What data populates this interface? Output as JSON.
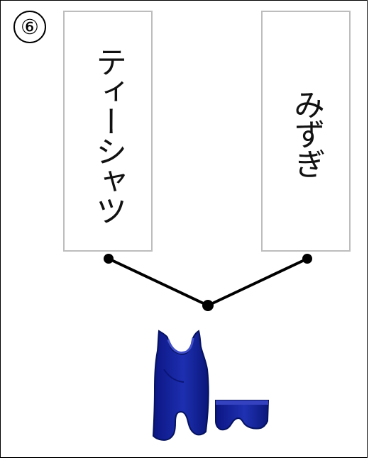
{
  "badge": {
    "number": "⑥"
  },
  "labels": {
    "left": "ティーシャツ",
    "right": "みずぎ"
  },
  "icons": {
    "connector": "junction-lines",
    "picture": "swimsuit-icon"
  },
  "colors": {
    "border": "#000000",
    "label_border": "#bdbdbd",
    "swimsuit": "#10208e",
    "swimsuit_dark": "#05125f"
  }
}
